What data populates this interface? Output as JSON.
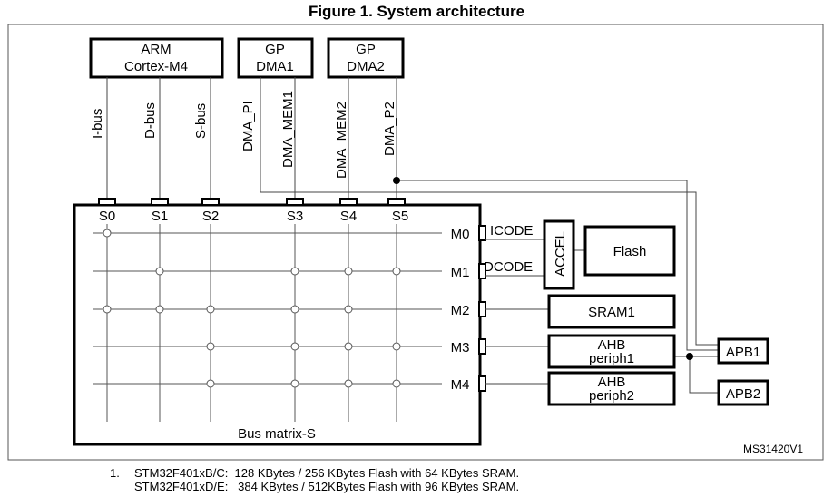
{
  "figure": {
    "title": "Figure 1. System architecture",
    "figure_id": "MS31420V1"
  },
  "masters": {
    "cpu": {
      "line1": "ARM",
      "line2": "Cortex-M4"
    },
    "dma1": {
      "line1": "GP",
      "line2": "DMA1"
    },
    "dma2": {
      "line1": "GP",
      "line2": "DMA2"
    }
  },
  "buses": {
    "ibus": "I-bus",
    "dbus": "D-bus",
    "sbus": "S-bus",
    "dma_pi": "DMA_PI",
    "dma_mem1": "DMA_MEM1",
    "dma_mem2": "DMA_MEM2",
    "dma_p2": "DMA_P2"
  },
  "slave_ports": [
    "S0",
    "S1",
    "S2",
    "S3",
    "S4",
    "S5"
  ],
  "master_ports": [
    "M0",
    "M1",
    "M2",
    "M3",
    "M4"
  ],
  "bus_matrix": {
    "label": "Bus matrix-S"
  },
  "connections": {
    "icode": "ICODE",
    "dcode": "DCODE"
  },
  "peripherals": {
    "accel": "ACCEL",
    "flash": "Flash",
    "sram1": "SRAM1",
    "ahb1": {
      "line1": "AHB",
      "line2": "periph1"
    },
    "ahb2": {
      "line1": "AHB",
      "line2": "periph2"
    },
    "apb1": "APB1",
    "apb2": "APB2"
  },
  "footnote": {
    "number": "1.",
    "line1": "STM32F401xB/C:  128 KBytes / 256 KBytes Flash with 64 KBytes SRAM.",
    "line2": "STM32F401xD/E:   384 KBytes / 512KBytes Flash with 96 KBytes SRAM."
  }
}
